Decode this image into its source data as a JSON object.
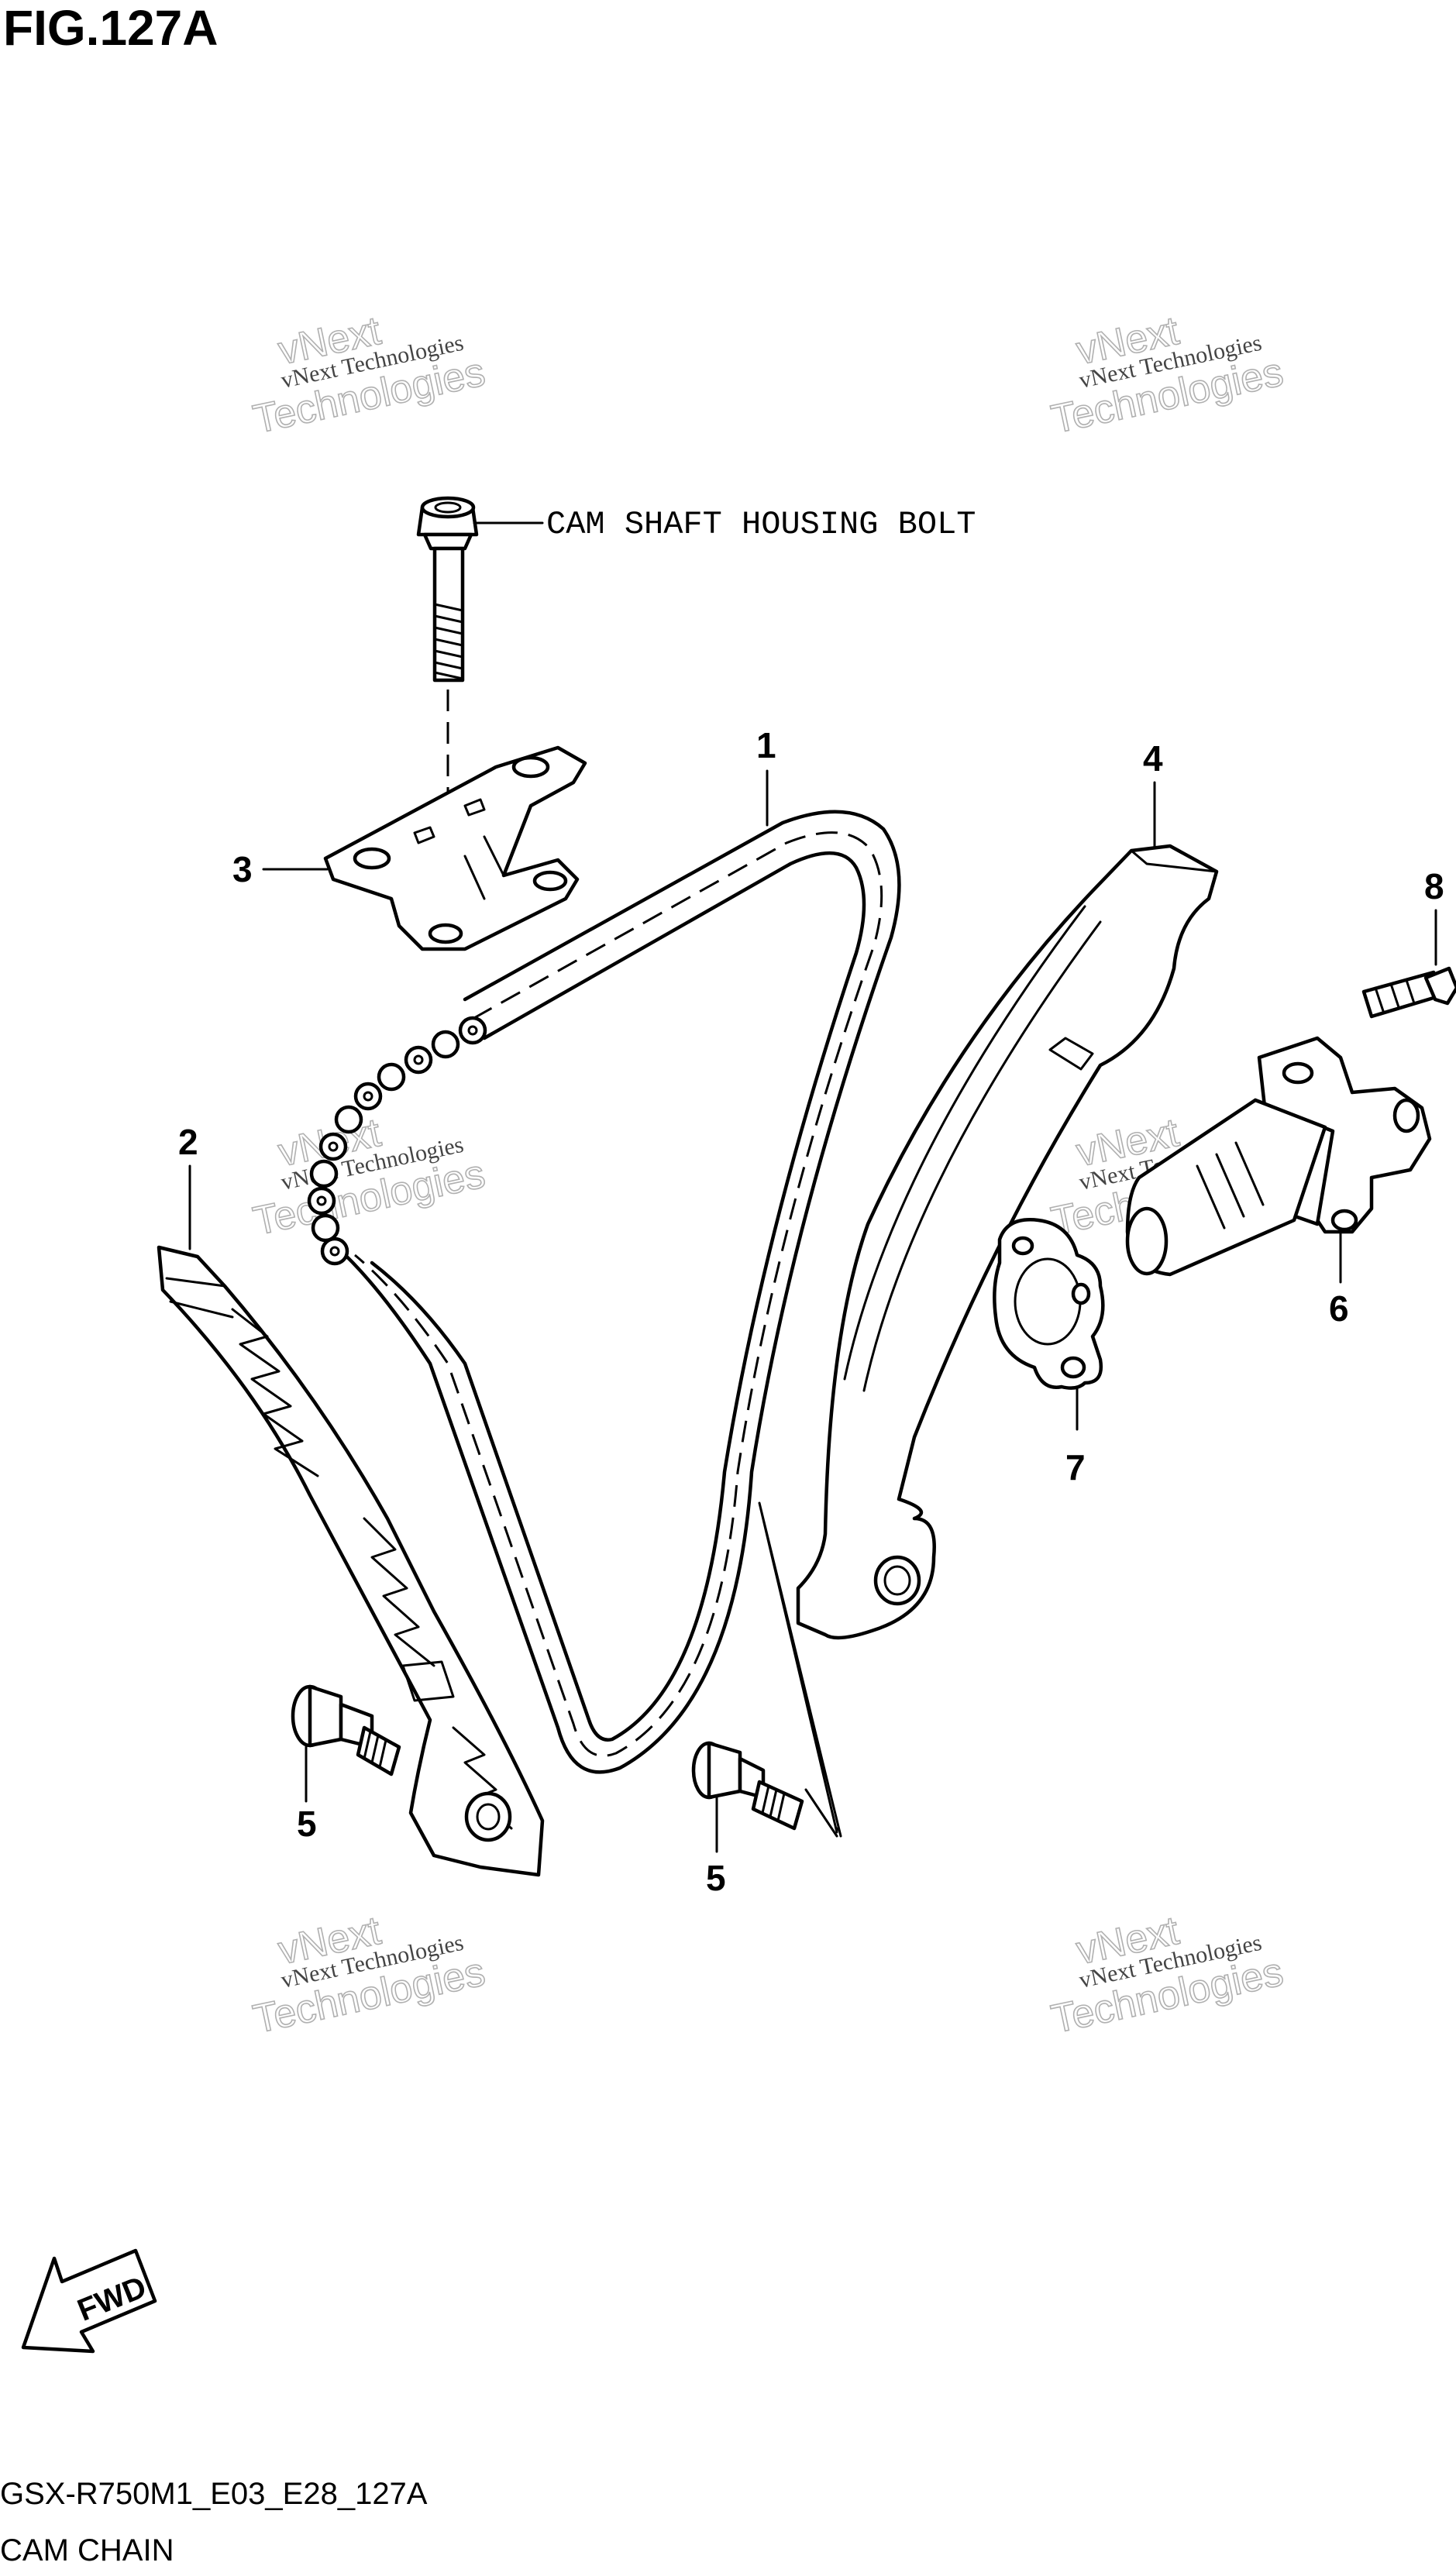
{
  "figure": {
    "title": "FIG.127A",
    "model_code": "GSX-R750M1_E03_E28_127A",
    "caption": "CAM CHAIN"
  },
  "callouts": [
    {
      "id": "1",
      "label": "1"
    },
    {
      "id": "2",
      "label": "2"
    },
    {
      "id": "3",
      "label": "3"
    },
    {
      "id": "4",
      "label": "4"
    },
    {
      "id": "5a",
      "label": "5"
    },
    {
      "id": "5b",
      "label": "5"
    },
    {
      "id": "6",
      "label": "6"
    },
    {
      "id": "7",
      "label": "7"
    },
    {
      "id": "8",
      "label": "8"
    }
  ],
  "notes": {
    "bolt_note": "CAM SHAFT HOUSING BOLT"
  },
  "direction_marker": {
    "label": "FWD"
  },
  "watermark": {
    "line1": "vNext Technologies",
    "line2": "vNext",
    "line3": "Technologies"
  }
}
